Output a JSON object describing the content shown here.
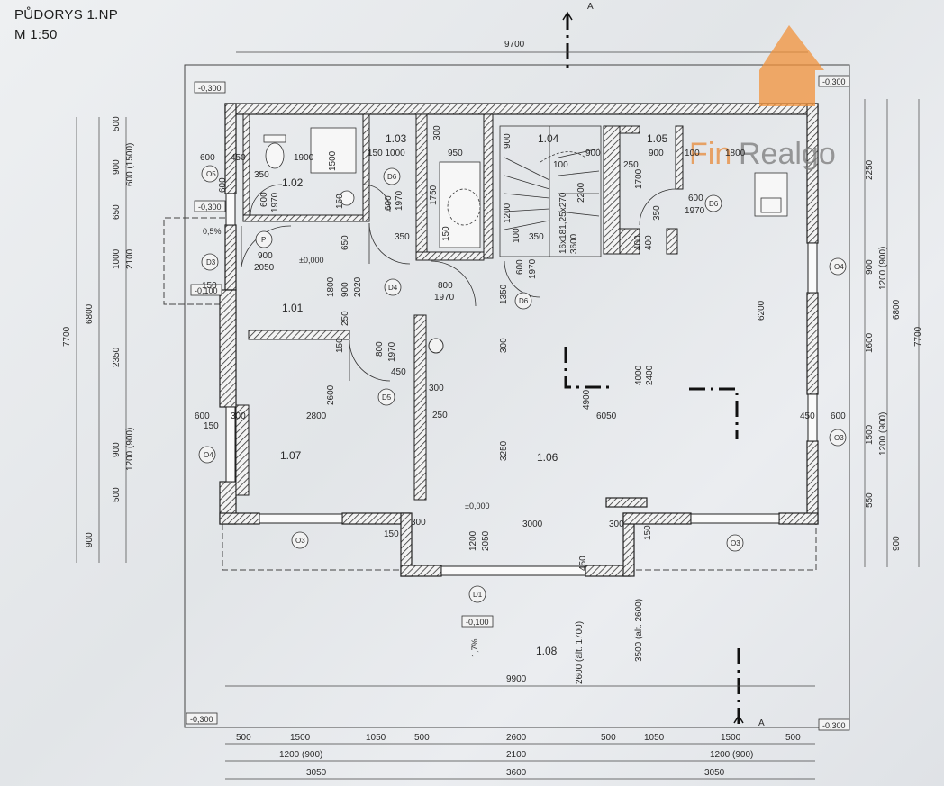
{
  "title": "PŮDORYS 1.NP",
  "scale": "M 1:50",
  "section_mark": "A",
  "logo": {
    "name": "house-logo-icon",
    "text_a": "Fin",
    "text_b": "Realgo",
    "color": "#f2923a"
  },
  "levels": {
    "l1": "-0,300",
    "l2": "-0,300",
    "l3": "-0,300",
    "l4": "-0,300",
    "l5": "-0,300",
    "l6": "-0,100",
    "l7": "±0,000",
    "l8": "±0,000",
    "l9": "-0,100",
    "l10": "0,5%",
    "l11": "1,7%"
  },
  "rooms": {
    "r101": "1.01",
    "r102": "1.02",
    "r103": "1.03",
    "r104": "1.04",
    "r105": "1.05",
    "r106": "1.06",
    "r107": "1.07",
    "r108": "1.08"
  },
  "tags": {
    "o3a": "O3",
    "o3b": "O3",
    "o3c": "O3",
    "o4a": "O4",
    "o4b": "O4",
    "o5": "O5",
    "d1": "D1",
    "d3": "D3",
    "d4": "D4",
    "d5": "D5",
    "d6a": "D6",
    "d6b": "D6",
    "d6c": "D6",
    "p": "P",
    "l": "L"
  },
  "dims": {
    "top_total": "9700",
    "bottom_total": "9900",
    "bottom_row1": [
      "500",
      "1500",
      "1050",
      "500",
      "2600",
      "500",
      "1050",
      "1500",
      "500"
    ],
    "bottom_row2": [
      "1200 (900)",
      "2100",
      "1200 (900)"
    ],
    "bottom_row3": [
      "3050",
      "3600",
      "3050"
    ],
    "left_col": [
      "500",
      "900",
      "600 (1500)",
      "650",
      "1000",
      "2100",
      "2350",
      "900",
      "1200 (900)",
      "500",
      "900"
    ],
    "left_big": [
      "6800",
      "7700"
    ],
    "right_col": [
      "2250",
      "900",
      "1200 (900)",
      "1600",
      "1500",
      "1200 (900)",
      "550",
      "900"
    ],
    "right_big": [
      "6800",
      "7700"
    ],
    "inner": {
      "a600": "600",
      "a450": "450",
      "a1900": "1900",
      "a1500": "1500",
      "a350": "350",
      "a600b": "600",
      "a1970": "1970",
      "a150": "150",
      "a150b": "150 1000",
      "a300": "300",
      "a950": "950",
      "a1750": "1750",
      "a900": "900",
      "a1200": "1200",
      "a100": "100",
      "a900b": "900",
      "a2200": "2200",
      "a250": "250",
      "a1800": "1800",
      "a100b": "100",
      "a1700": "1700",
      "a600c": "600",
      "a1970c": "1970",
      "a400": "400",
      "a400b": "400",
      "a900c": "900",
      "a2050": "2050",
      "a1800b": "1800",
      "a650": "650",
      "a900d": "900",
      "a2020": "2020",
      "a800": "800",
      "a1970d": "1970",
      "a1350": "1350",
      "a600d": "600",
      "a1970e": "1970",
      "a6200": "6200",
      "a2800": "2800",
      "a2600": "2600",
      "a800b": "800",
      "a1970f": "1970",
      "a450b": "450",
      "a300b": "300",
      "a250b": "250",
      "a4900": "4900",
      "a6050": "6050",
      "a4000": "4000",
      "a2400": "2400",
      "a3250": "3250",
      "a600e": "600",
      "a150c": "150",
      "a300c": "300",
      "a450c": "450",
      "a600f": "600",
      "a3000": "3000",
      "a300d": "300",
      "a300e": "300",
      "a150d": "150",
      "a150e": "150",
      "a1200b": "1200",
      "a2050b": "2050",
      "a450d": "450",
      "a3500": "3500 (alt. 2600)",
      "a2600b": "2600 (alt. 1700)",
      "a16": "16x181,25x270",
      "a3600": "3600",
      "a350b": "350",
      "a350c": "350",
      "a600g": "600",
      "a150f": "150",
      "a350d": "350",
      "a150g": "150",
      "a600h": "600",
      "a900e": "900",
      "a150h": "150",
      "a100c": "100",
      "a1970g": "1970"
    }
  }
}
